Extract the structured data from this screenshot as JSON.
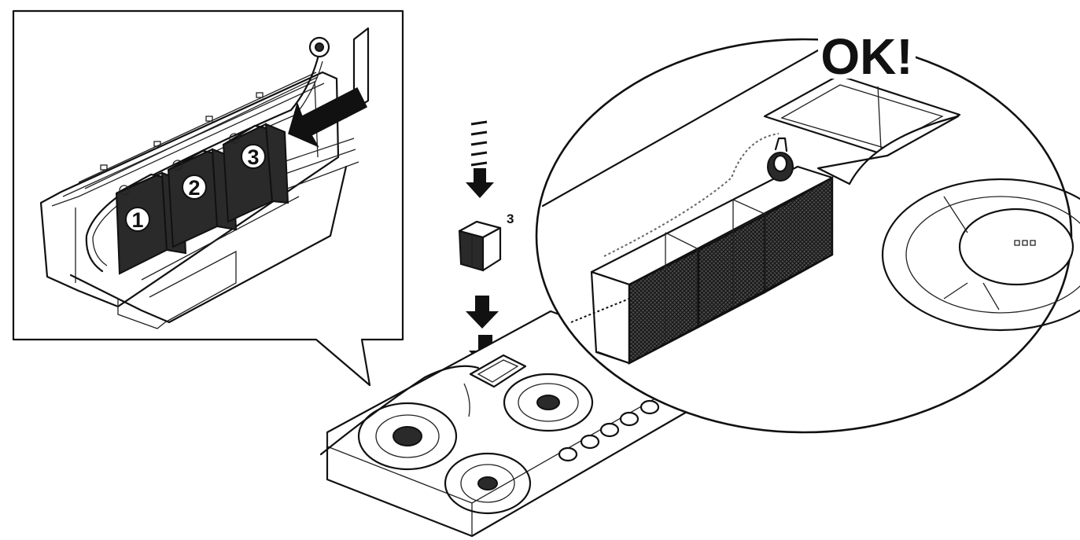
{
  "diagram": {
    "callout_labels": [
      "1",
      "2",
      "3"
    ],
    "filter_count_label": "3",
    "ok_label": "OK!"
  },
  "colors": {
    "line": "#111111",
    "background": "#ffffff",
    "filter_fill": "#2a2a2a"
  },
  "icons": [
    "arrow-down-icon",
    "arrow-left-icon",
    "filter-block-icon"
  ]
}
